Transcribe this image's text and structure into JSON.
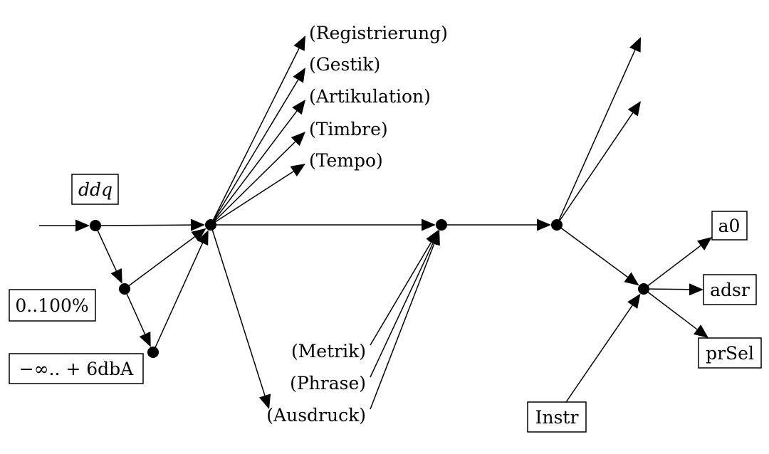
{
  "boxes": {
    "ddq": "ddq",
    "percent": "0..100%",
    "db": "−∞.. + 6dbA",
    "a0": "a0",
    "adsr": "adsr",
    "prsel": "prSel",
    "instr": "Instr"
  },
  "labels": {
    "registrierung": "(Registrierung)",
    "gestik": "(Gestik)",
    "artikulation": "(Artikulation)",
    "timbre": "(Timbre)",
    "tempo": "(Tempo)",
    "metrik": "(Metrik)",
    "phrase": "(Phrase)",
    "ausdruck": "(Ausdruck)"
  },
  "colors": {
    "ink": "#000000",
    "background": "#ffffff"
  }
}
